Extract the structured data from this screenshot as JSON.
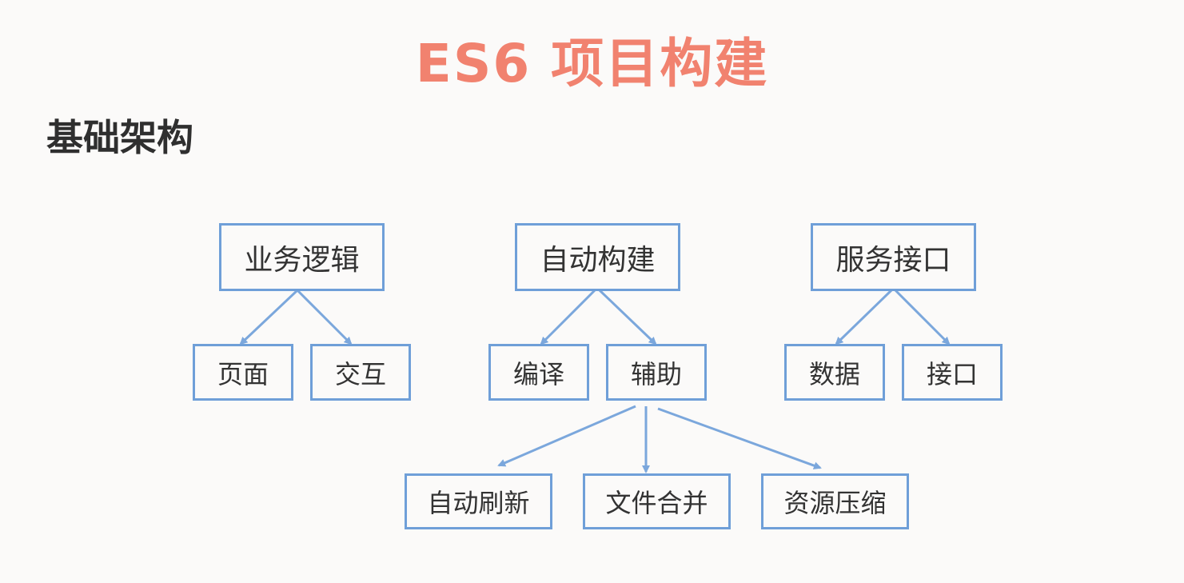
{
  "title": "ES6 项目构建",
  "subtitle": "基础架构",
  "colors": {
    "title": "#f1826f",
    "node_border": "#6f9fd8",
    "arrow": "#7ba7dc",
    "text": "#333333",
    "background": "#fbfaf9"
  },
  "nodes": {
    "business_logic": "业务逻辑",
    "page": "页面",
    "interaction": "交互",
    "auto_build": "自动构建",
    "compile": "编译",
    "auxiliary": "辅助",
    "auto_refresh": "自动刷新",
    "file_merge": "文件合并",
    "resource_compress": "资源压缩",
    "service_interface": "服务接口",
    "data": "数据",
    "interface": "接口"
  },
  "edges": [
    [
      "business_logic",
      "page"
    ],
    [
      "business_logic",
      "interaction"
    ],
    [
      "auto_build",
      "compile"
    ],
    [
      "auto_build",
      "auxiliary"
    ],
    [
      "auxiliary",
      "auto_refresh"
    ],
    [
      "auxiliary",
      "file_merge"
    ],
    [
      "auxiliary",
      "resource_compress"
    ],
    [
      "service_interface",
      "data"
    ],
    [
      "service_interface",
      "interface"
    ]
  ]
}
